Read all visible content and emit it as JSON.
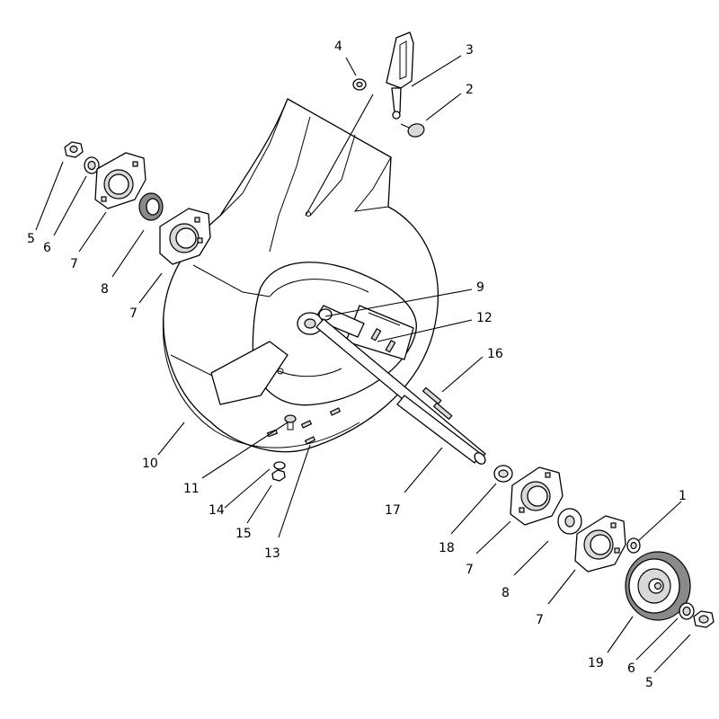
{
  "diagram": {
    "callouts": [
      {
        "id": "c4",
        "label": "4"
      },
      {
        "id": "c3",
        "label": "3"
      },
      {
        "id": "c2",
        "label": "2"
      },
      {
        "id": "c5a",
        "label": "5"
      },
      {
        "id": "c6a",
        "label": "6"
      },
      {
        "id": "c7a",
        "label": "7"
      },
      {
        "id": "c8a",
        "label": "8"
      },
      {
        "id": "c7b",
        "label": "7"
      },
      {
        "id": "c9",
        "label": "9"
      },
      {
        "id": "c12",
        "label": "12"
      },
      {
        "id": "c16",
        "label": "16"
      },
      {
        "id": "c10",
        "label": "10"
      },
      {
        "id": "c11",
        "label": "11"
      },
      {
        "id": "c14",
        "label": "14"
      },
      {
        "id": "c15",
        "label": "15"
      },
      {
        "id": "c13",
        "label": "13"
      },
      {
        "id": "c17",
        "label": "17"
      },
      {
        "id": "c18",
        "label": "18"
      },
      {
        "id": "c7c",
        "label": "7"
      },
      {
        "id": "c8b",
        "label": "8"
      },
      {
        "id": "c7d",
        "label": "7"
      },
      {
        "id": "c1",
        "label": "1"
      },
      {
        "id": "c19",
        "label": "19"
      },
      {
        "id": "c6b",
        "label": "6"
      },
      {
        "id": "c5b",
        "label": "5"
      }
    ]
  }
}
